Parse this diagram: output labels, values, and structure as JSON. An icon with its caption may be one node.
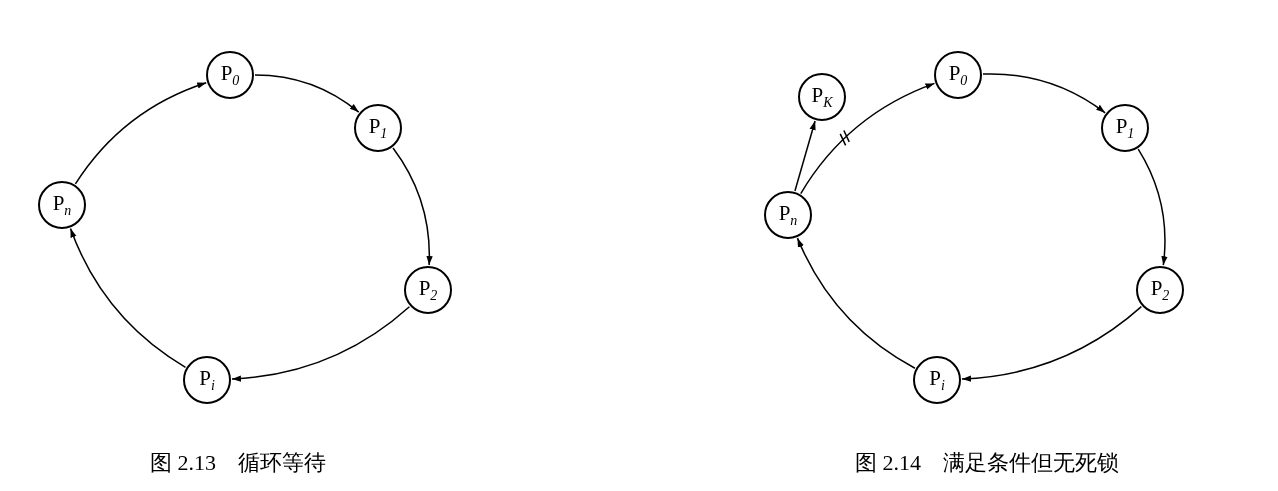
{
  "diagram": {
    "nodes": [
      {
        "text": [
          "P$_{0}$"
        ]
      },
      {
        "text": [
          "P$_{1}$"
        ]
      },
      {
        "text": [
          "P$_{2}$"
        ]
      },
      {
        "text": [
          "P$_{i}$"
        ]
      },
      {
        "text": [
          "P$_{n}$"
        ]
      },
      {
        "text": [
          "P$_{K}$"
        ]
      },
      {
        "text": [
          "P$_{0}$"
        ]
      },
      {
        "text": [
          "P$_{1}$"
        ]
      },
      {
        "text": [
          "P$_{n}$"
        ]
      },
      {
        "text": [
          "P$_{2}$"
        ]
      },
      {
        "text": [
          "P$_{i}$"
        ]
      }
    ],
    "edges": [
      {
        "from": 4,
        "to": 0,
        "arrow": "to"
      },
      {
        "from": 0,
        "to": 1,
        "arrow": "to"
      },
      {
        "from": 1,
        "to": 2,
        "arrow": "to"
      },
      {
        "from": 2,
        "to": 3,
        "arrow": "to"
      },
      {
        "from": 3,
        "to": 4,
        "arrow": "to"
      },
      {
        "from": 8,
        "to": 5,
        "arrow": "to"
      },
      {
        "from": 8,
        "to": 6,
        "arrow": "to"
      },
      {
        "from": 6,
        "to": 7,
        "arrow": "to"
      },
      {
        "from": 7,
        "to": 9,
        "arrow": "to"
      },
      {
        "from": 9,
        "to": 10,
        "arrow": "to"
      },
      {
        "from": 10,
        "to": 8,
        "arrow": "to"
      }
    ],
    "labels": [
      "图 2.13　循环等待",
      "图 2.14　满足条件但无死锁"
    ]
  }
}
